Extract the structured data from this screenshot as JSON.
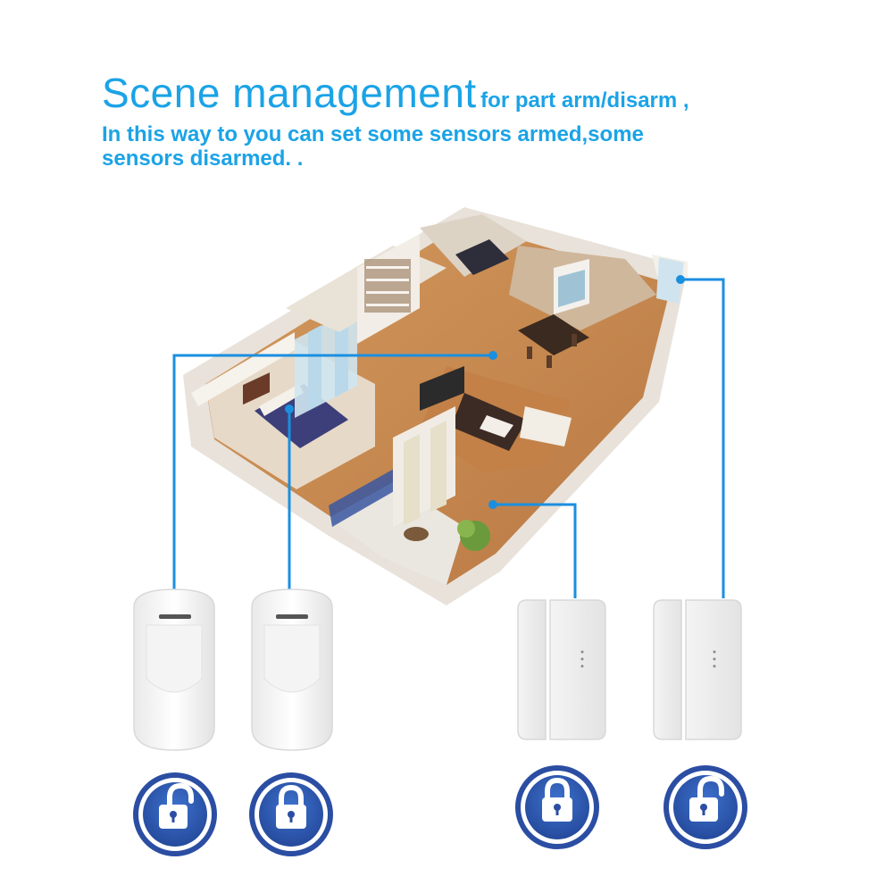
{
  "headline": {
    "title": "Scene management",
    "title_suffix": "for part arm/disarm ,",
    "line2": "In this way to you can set some sensors armed,some",
    "line3": "sensors disarmed. ."
  },
  "colors": {
    "accent_text": "#1ba3e6",
    "connector_line": "#1a8fe0",
    "badge_ring": "#2b4ea3",
    "badge_fill": "#2f5fb9",
    "floor_wood": "#c7864c",
    "wall": "#f3efe9"
  },
  "sensors": [
    {
      "type": "pir-motion-sensor",
      "lock_state": "unlocked",
      "icon": "unlocked-padlock-icon"
    },
    {
      "type": "pir-motion-sensor",
      "lock_state": "locked",
      "icon": "locked-padlock-icon"
    },
    {
      "type": "door-window-sensor",
      "lock_state": "locked",
      "icon": "locked-padlock-icon"
    },
    {
      "type": "door-window-sensor",
      "lock_state": "unlocked",
      "icon": "unlocked-padlock-icon"
    }
  ]
}
